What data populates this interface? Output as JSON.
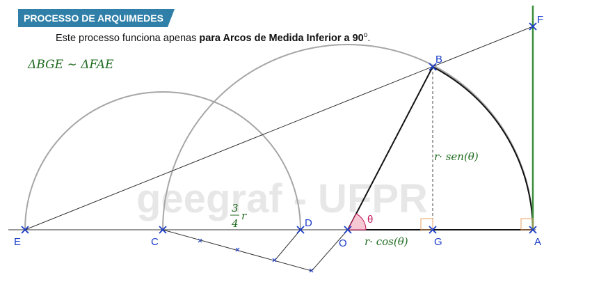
{
  "header": {
    "badge": "PROCESSO DE ARQUIMEDES",
    "subtitle_plain": "Este processo funciona apenas ",
    "subtitle_bold": "para Arcos de Medida Inferior a 90",
    "subtitle_sup": "o",
    "subtitle_end": "."
  },
  "formula": "ΔBGE ∼ ΔFAE",
  "labels": {
    "F": "F",
    "B": "B",
    "E": "E",
    "C": "C",
    "D": "D",
    "O": "O",
    "G": "G",
    "A": "A",
    "theta": "θ",
    "frac_num": "3",
    "frac_den": "4",
    "frac_var": "r",
    "rsen": "r· sen(θ)",
    "rcos": "r· cos(θ)"
  },
  "watermark": "geegraf - UFPR",
  "colors": {
    "point": "#1a3cc8",
    "math_text": "#1e6b1e",
    "green_line": "#3a8f3a",
    "arc_gray": "#a6a6a6",
    "angle_fill": "#f6c8d4",
    "angle_text": "#c2185b",
    "right_angle": "#e8a060",
    "badge_bg": "#2f7fa8"
  }
}
